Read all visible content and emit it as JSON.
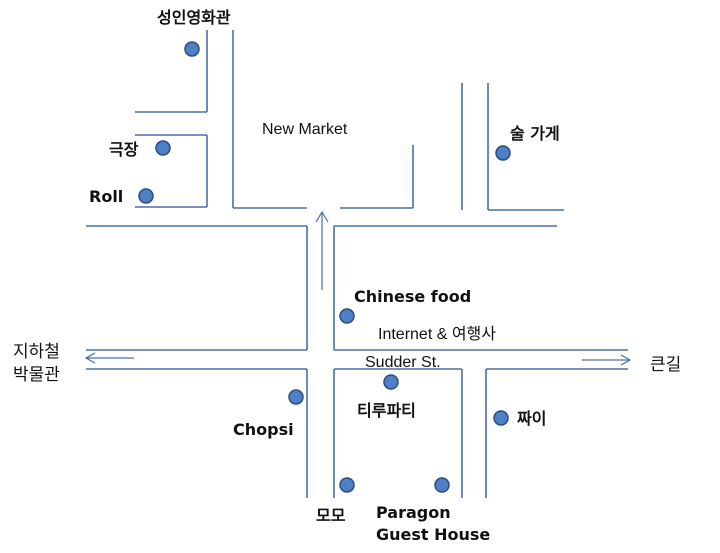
{
  "map": {
    "street_labels": {
      "new_market": "New Market",
      "internet_travel": "Internet & 여행사",
      "sudder_st": "Sudder St."
    },
    "directions": {
      "subway_museum_line1": "지하철",
      "subway_museum_line2": "박물관",
      "big_road": "큰길"
    },
    "places": {
      "cinema": "성인영화관",
      "theater": "극장",
      "roll": "Roll",
      "liquor_store": "술 가게",
      "chinese_food": "Chinese food",
      "chopsi": "Chopsi",
      "tirupati": "티루파티",
      "jjai": "짜이",
      "momo": "모모",
      "paragon_line1": "Paragon",
      "paragon_line2": "Guest House"
    },
    "colors": {
      "road": "#4a6fa5",
      "marker_fill": "#4f7fc4",
      "marker_stroke": "#2b4d80"
    }
  }
}
